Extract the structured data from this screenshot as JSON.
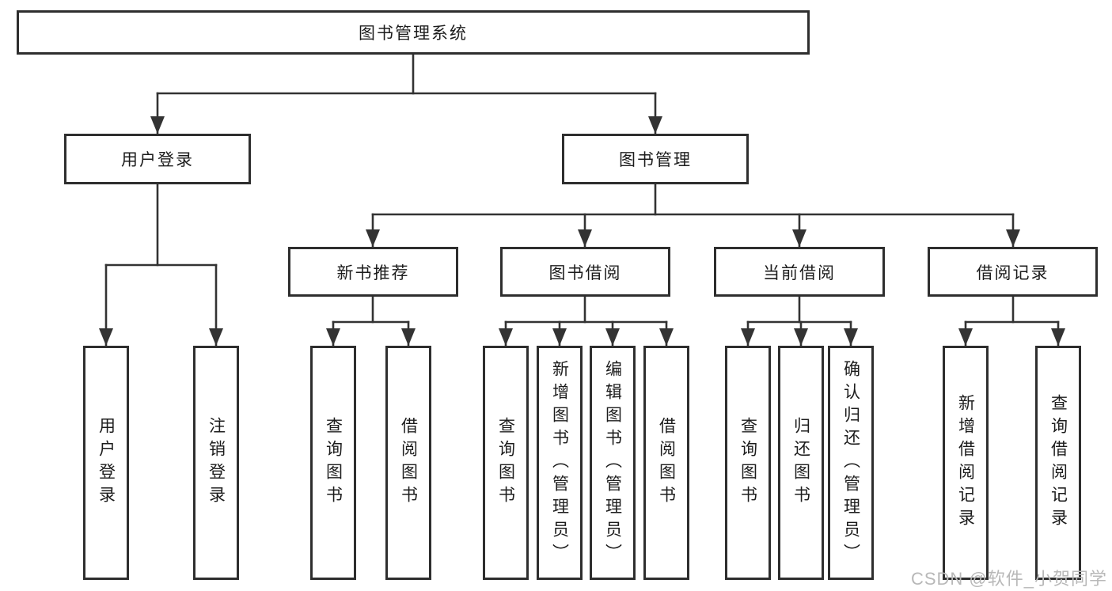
{
  "diagram_type": "hierarchy-tree",
  "tree": {
    "root": {
      "label": "图书管理系统"
    },
    "children": [
      {
        "label": "用户登录",
        "children": [
          {
            "label": "用户登录"
          },
          {
            "label": "注销登录"
          }
        ]
      },
      {
        "label": "图书管理",
        "children": [
          {
            "label": "新书推荐",
            "children": [
              {
                "label": "查询图书"
              },
              {
                "label": "借阅图书"
              }
            ]
          },
          {
            "label": "图书借阅",
            "children": [
              {
                "label": "查询图书"
              },
              {
                "label": "新增图书（管理员）"
              },
              {
                "label": "编辑图书（管理员）"
              },
              {
                "label": "借阅图书"
              }
            ]
          },
          {
            "label": "当前借阅",
            "children": [
              {
                "label": "查询图书"
              },
              {
                "label": "归还图书"
              },
              {
                "label": "确认归还（管理员）"
              }
            ]
          },
          {
            "label": "借阅记录",
            "children": [
              {
                "label": "新增借阅记录"
              },
              {
                "label": "查询借阅记录"
              }
            ]
          }
        ]
      }
    ]
  },
  "watermark": {
    "text": "CSDN @软件_小贺同学"
  },
  "colors": {
    "line": "#333333",
    "box_border": "#2e2e2e",
    "text": "#1c1c1c",
    "watermark": "#b8b8b8",
    "background": "#ffffff"
  }
}
